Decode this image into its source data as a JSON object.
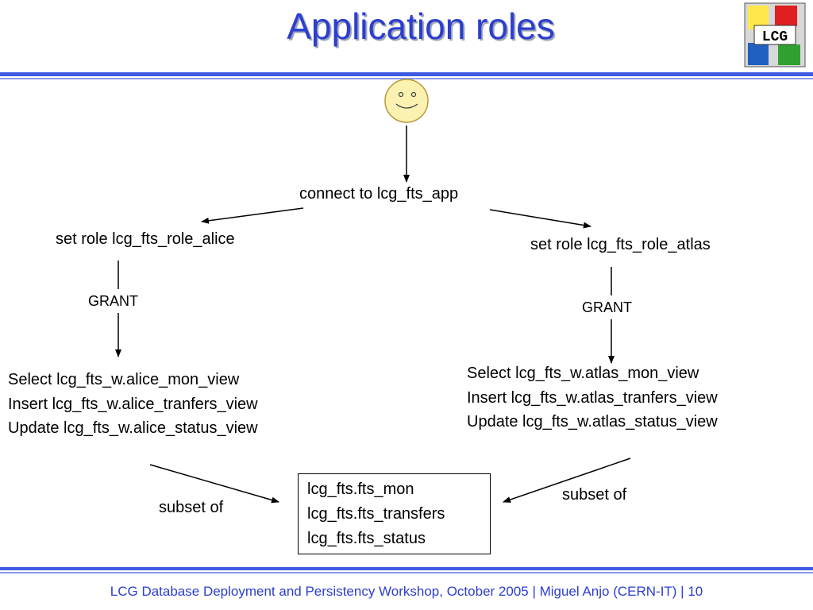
{
  "title": "Application roles",
  "connect": "connect to lcg_fts_app",
  "alice": {
    "role": "set role lcg_fts_role_alice",
    "grant": "GRANT",
    "privileges": [
      "Select lcg_fts_w.alice_mon_view",
      "Insert lcg_fts_w.alice_tranfers_view",
      "Update lcg_fts_w.alice_status_view"
    ],
    "subset": "subset of"
  },
  "atlas": {
    "role": "set role lcg_fts_role_atlas",
    "grant": "GRANT",
    "privileges": [
      "Select lcg_fts_w.atlas_mon_view",
      "Insert lcg_fts_w.atlas_tranfers_view",
      "Update lcg_fts_w.atlas_status_view"
    ],
    "subset": "subset of"
  },
  "tables": [
    "lcg_fts.fts_mon",
    "lcg_fts.fts_transfers",
    "lcg_fts.fts_status"
  ],
  "footer": "LCG Database Deployment and Persistency Workshop, October 2005 | Miguel Anjo (CERN-IT) | 10",
  "logo_text": "LCG",
  "colors": {
    "title": "#2b3ecf",
    "rule": "#3d5be0",
    "face": "#fbf1b0"
  }
}
